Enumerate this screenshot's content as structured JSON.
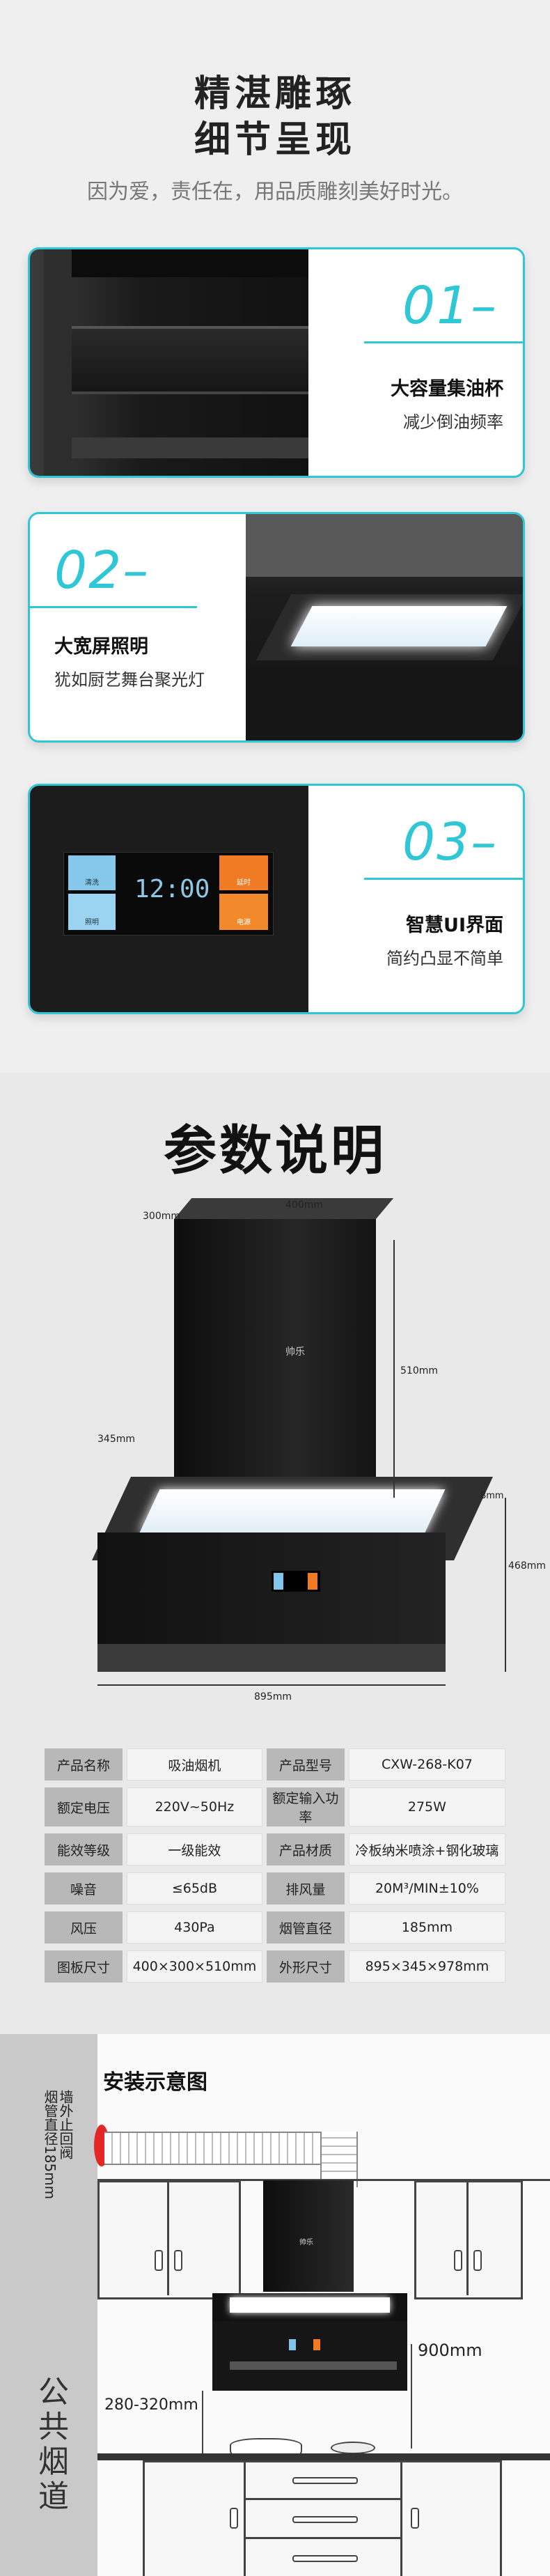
{
  "header": {
    "title_line1": "精湛雕琢",
    "title_line2": "细节呈现",
    "subtitle": "因为爱，责任在，用品质雕刻美好时光。"
  },
  "features": [
    {
      "num": "01",
      "title": "大容量集油杯",
      "desc": "减少倒油频率"
    },
    {
      "num": "02",
      "title": "大宽屏照明",
      "desc": "犹如厨艺舞台聚光灯"
    },
    {
      "num": "03",
      "title": "智慧UI界面",
      "desc": "简约凸显不简单"
    }
  ],
  "panel": {
    "btn1": "清洗",
    "btn2": "照明",
    "btn3": "延时",
    "btn4": "电源",
    "clock": "12:00"
  },
  "params": {
    "title": "参数说明",
    "dims": {
      "top_depth": "300mm",
      "top_width": "400mm",
      "top_height": "510mm",
      "body_depth": "345mm",
      "side_small": "8mm",
      "body_height": "468mm",
      "width": "895mm"
    },
    "logo": "帅乐"
  },
  "specs": [
    [
      {
        "label": "产品名称",
        "value": "吸油烟机"
      },
      {
        "label": "产品型号",
        "value": "CXW-268-K07"
      }
    ],
    [
      {
        "label": "额定电压",
        "value": "220V~50Hz"
      },
      {
        "label": "额定输入功率",
        "value": "275W"
      }
    ],
    [
      {
        "label": "能效等级",
        "value": "一级能效"
      },
      {
        "label": "产品材质",
        "value": "冷板纳米喷涂+钢化玻璃"
      }
    ],
    [
      {
        "label": "噪音",
        "value": "≤65dB"
      },
      {
        "label": "排风量",
        "value": "20M³/MIN±10%"
      }
    ],
    [
      {
        "label": "风压",
        "value": "430Pa"
      },
      {
        "label": "烟管直径",
        "value": "185mm"
      }
    ],
    [
      {
        "label": "图板尺寸",
        "value": "400×300×510mm"
      },
      {
        "label": "外形尺寸",
        "value": "895×345×978mm"
      }
    ]
  ],
  "install": {
    "title": "安装示意图",
    "wall_valve": "墙外止回阀",
    "pipe_dia": "烟管直径185mm",
    "height": "900mm",
    "gap": "280-320mm",
    "flue": "公共烟道",
    "logo": "帅乐"
  }
}
